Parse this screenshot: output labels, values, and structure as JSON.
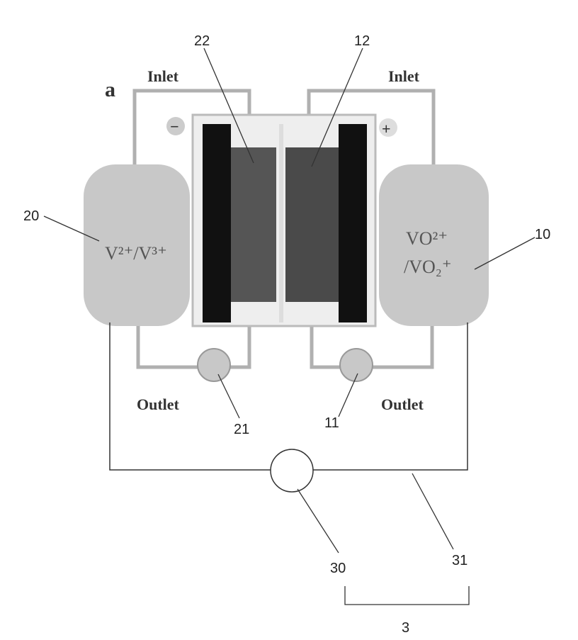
{
  "panel_letter": "a",
  "inlet_left": "Inlet",
  "inlet_right": "Inlet",
  "outlet_left": "Outlet",
  "outlet_right": "Outlet",
  "negative_sign": "−",
  "positive_sign": "+",
  "tank_left_label": "V²⁺/V³⁺",
  "tank_right_label_1": "VO²⁺",
  "tank_right_label_2": "/VO₂⁺",
  "refs": {
    "r22": "22",
    "r12": "12",
    "r20": "20",
    "r10": "10",
    "r21": "21",
    "r11": "11",
    "r30": "30",
    "r31": "31",
    "r3": "3"
  },
  "colors": {
    "tank": "#c8c8c8",
    "electrode": "#111111",
    "felt": "#555555",
    "pipe": "#aaaaaa"
  }
}
